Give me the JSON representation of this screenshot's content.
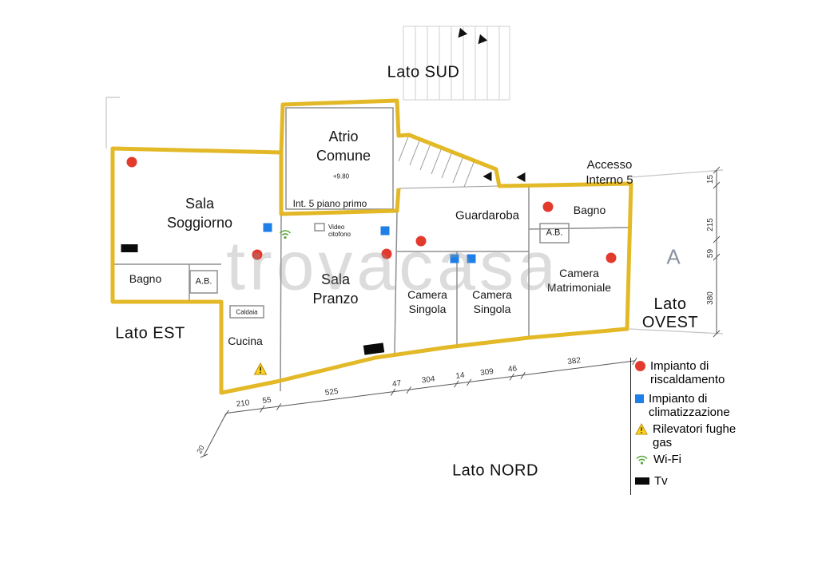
{
  "watermark": "trovacasa",
  "sides": {
    "south": "Lato SUD",
    "east": "Lato EST",
    "north": "Lato NORD",
    "west_1": "Lato",
    "west_2": "OVEST"
  },
  "access": {
    "line1": "Accesso",
    "line2": "Interno 5"
  },
  "rooms": {
    "atrio_1": "Atrio",
    "atrio_2": "Comune",
    "quota": "+9.80",
    "int5": "Int. 5 piano primo",
    "soggiorno_1": "Sala",
    "soggiorno_2": "Soggiorno",
    "bagno_left": "Bagno",
    "ab_left": "A.B.",
    "cucina": "Cucina",
    "caldaia": "Caldaia",
    "pranzo_1": "Sala",
    "pranzo_2": "Pranzo",
    "video_1": "Video",
    "video_2": "citofono",
    "guardaroba": "Guardaroba",
    "singola1_1": "Camera",
    "singola1_2": "Singola",
    "singola2_1": "Camera",
    "singola2_2": "Singola",
    "matrimoniale_1": "Camera",
    "matrimoniale_2": "Matrimoniale",
    "bagno_right": "Bagno",
    "ab_right": "A.B."
  },
  "legend": {
    "items": [
      {
        "name": "heating",
        "label": "Impianto di riscaldamento"
      },
      {
        "name": "climate",
        "label": "Impianto di climatizzazione"
      },
      {
        "name": "gas",
        "label": "Rilevatori fughe gas"
      },
      {
        "name": "wifi",
        "label": "Wi-Fi"
      },
      {
        "name": "tv",
        "label": "Tv"
      }
    ]
  },
  "dimensions": {
    "bottom": [
      "210",
      "55",
      "525",
      "47",
      "304",
      "14",
      "309",
      "46",
      "382"
    ],
    "bottom_side": "20",
    "right": [
      "15",
      "215",
      "59",
      "380"
    ],
    "section_letter": "A"
  },
  "colors": {
    "boundary": "#e2b51c",
    "heating": "#e23b2e",
    "climate": "#1f7fe8",
    "gas": "#ffd21e",
    "wifi": "#57a639",
    "tv": "#0a0a0a"
  }
}
